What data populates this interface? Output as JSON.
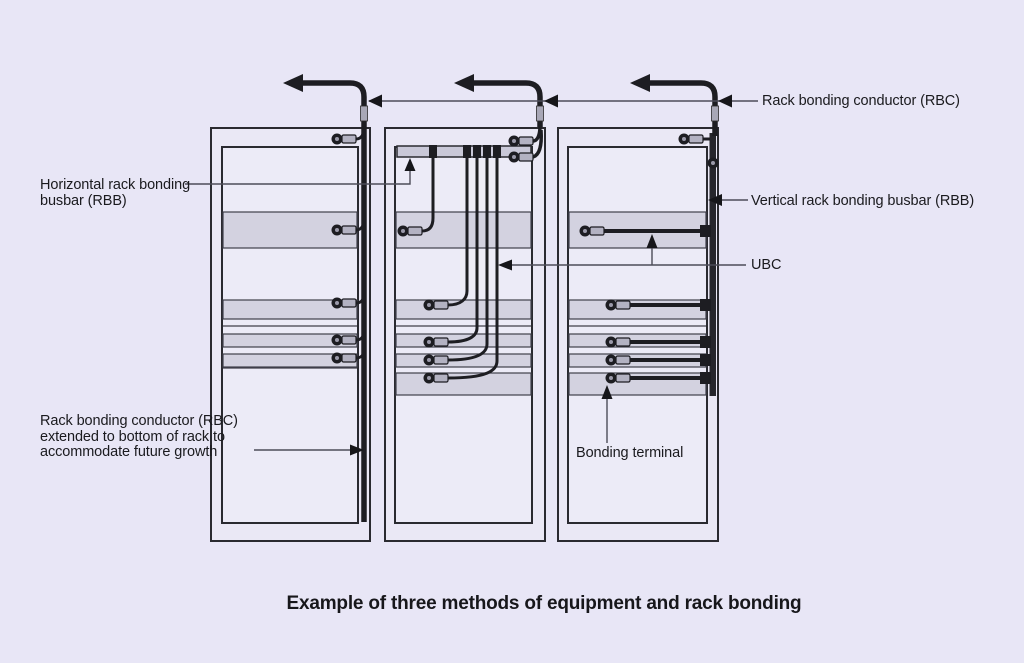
{
  "figure": {
    "caption": "Example of three methods of equipment and rack bonding",
    "labels": {
      "rbc": "Rack bonding conductor (RBC)",
      "horizontal_rbb": "Horizontal rack bonding busbar (RBB)",
      "vertical_rbb": "Vertical rack bonding busbar (RBB)",
      "ubc": "UBC",
      "bonding_terminal": "Bonding terminal",
      "rbc_extended": "Rack bonding conductor (RBC) extended to bottom of rack to accommodate future growth"
    },
    "colors": {
      "background": "#e8e6f6",
      "line": "#1d1d22",
      "shaded_band": "#d3d2e0",
      "busbar": "#c9c8d8",
      "leader_line": "#4c4c58",
      "text": "#1a1a1e"
    }
  }
}
